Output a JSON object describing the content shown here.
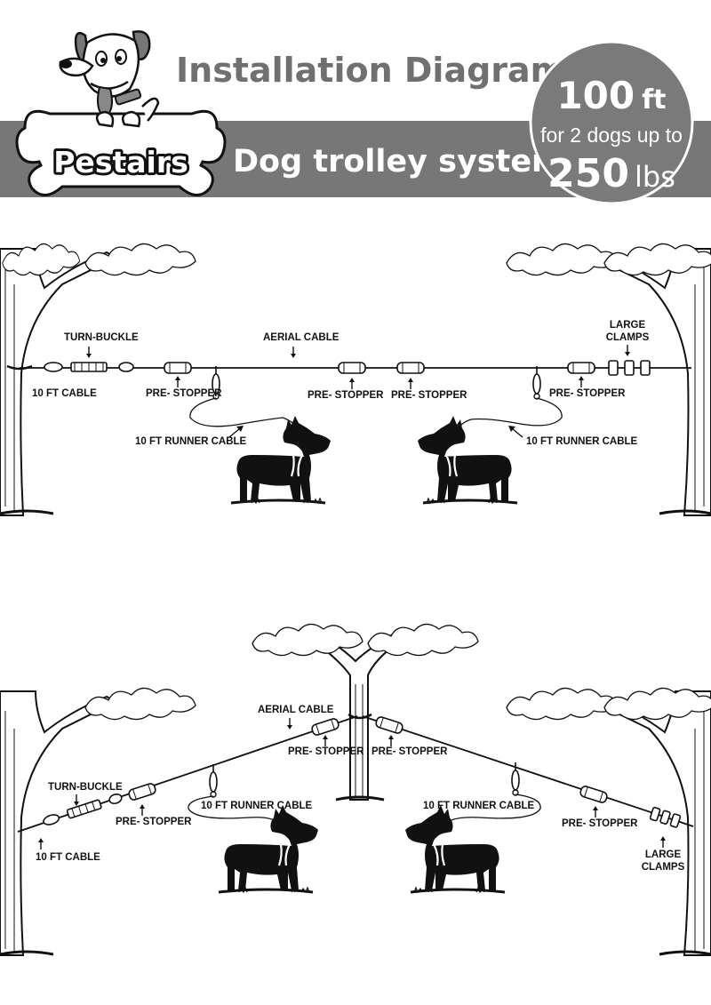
{
  "header": {
    "title": "Installation Diagrams",
    "subtitle": "Dog trolley system",
    "brand": "Pestairs",
    "badge": {
      "length_value": "100",
      "length_unit": "ft",
      "desc": "for 2 dogs up to",
      "weight_value": "250",
      "weight_unit": "lbs"
    }
  },
  "colors": {
    "band": "#777777",
    "title_gray": "#707070",
    "badge_gray": "#7a7a7a",
    "ink": "#111111"
  },
  "diagram1": {
    "labels": {
      "turn_buckle": "TURN-BUCKLE",
      "aerial_cable": "AERIAL CABLE",
      "large_clamps_1": "LARGE",
      "large_clamps_2": "CLAMPS",
      "cable_10ft": "10 FT CABLE",
      "pre_stopper_a": "PRE- STOPPER",
      "pre_stopper_b": "PRE- STOPPER",
      "pre_stopper_c": "PRE- STOPPER",
      "pre_stopper_d": "PRE- STOPPER",
      "runner_left": "10 FT RUNNER CABLE",
      "runner_right": "10 FT RUNNER CABLE"
    }
  },
  "diagram2": {
    "labels": {
      "aerial_cable": "AERIAL CABLE",
      "pre_stopper_center_left": "PRE- STOPPER",
      "pre_stopper_center_right": "PRE- STOPPER",
      "turn_buckle": "TURN-BUCKLE",
      "pre_stopper_left": "PRE- STOPPER",
      "pre_stopper_right": "PRE- STOPPER",
      "cable_10ft": "10 FT CABLE",
      "runner_left": "10 FT RUNNER CABLE",
      "runner_right": "10 FT RUNNER CABLE",
      "large_clamps_1": "LARGE",
      "large_clamps_2": "CLAMPS"
    }
  }
}
